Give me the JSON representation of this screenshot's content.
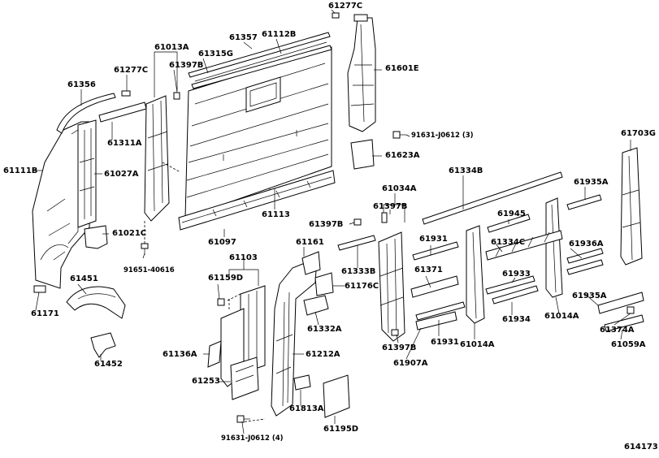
{
  "diagram_id": "614173",
  "labels": {
    "p61277C_top": "61277C",
    "p61357": "61357",
    "p61112B": "61112B",
    "p61013A": "61013A",
    "p61315G": "61315G",
    "p61397B_top": "61397B",
    "p61277C_left": "61277C",
    "p61356": "61356",
    "p61601E": "61601E",
    "p61311A": "61311A",
    "p91631_3": "91631-J0612 (3)",
    "p61111B": "61111B",
    "p61027A": "61027A",
    "p61623A": "61623A",
    "p61703G": "61703G",
    "p61113": "61113",
    "p61034A": "61034A",
    "p61334B": "61334B",
    "p61935A_top": "61935A",
    "p61397B_mid": "61397B",
    "p61397B_left": "61397B",
    "p61021C": "61021C",
    "p61945": "61945",
    "p61097": "61097",
    "p61161": "61161",
    "p61931_top": "61931",
    "p61334C": "61334C",
    "p61936A": "61936A",
    "p91651": "91651-40616",
    "p61333B": "61333B",
    "p61103": "61103",
    "p61159D": "61159D",
    "p61371": "61371",
    "p61933": "61933",
    "p61176C": "61176C",
    "p61451": "61451",
    "p61935A_bot": "61935A",
    "p61171": "61171",
    "p61332A": "61332A",
    "p61934": "61934",
    "p61014A_right": "61014A",
    "p61374A": "61374A",
    "p61136A": "61136A",
    "p61212A": "61212A",
    "p61931_bot": "61931",
    "p61014A_mid": "61014A",
    "p61059A": "61059A",
    "p61452": "61452",
    "p61397B_bot": "61397B",
    "p61907A": "61907A",
    "p61253": "61253",
    "p61813A": "61813A",
    "p61195D": "61195D",
    "p91631_4": "91631-J0612 (4)"
  }
}
